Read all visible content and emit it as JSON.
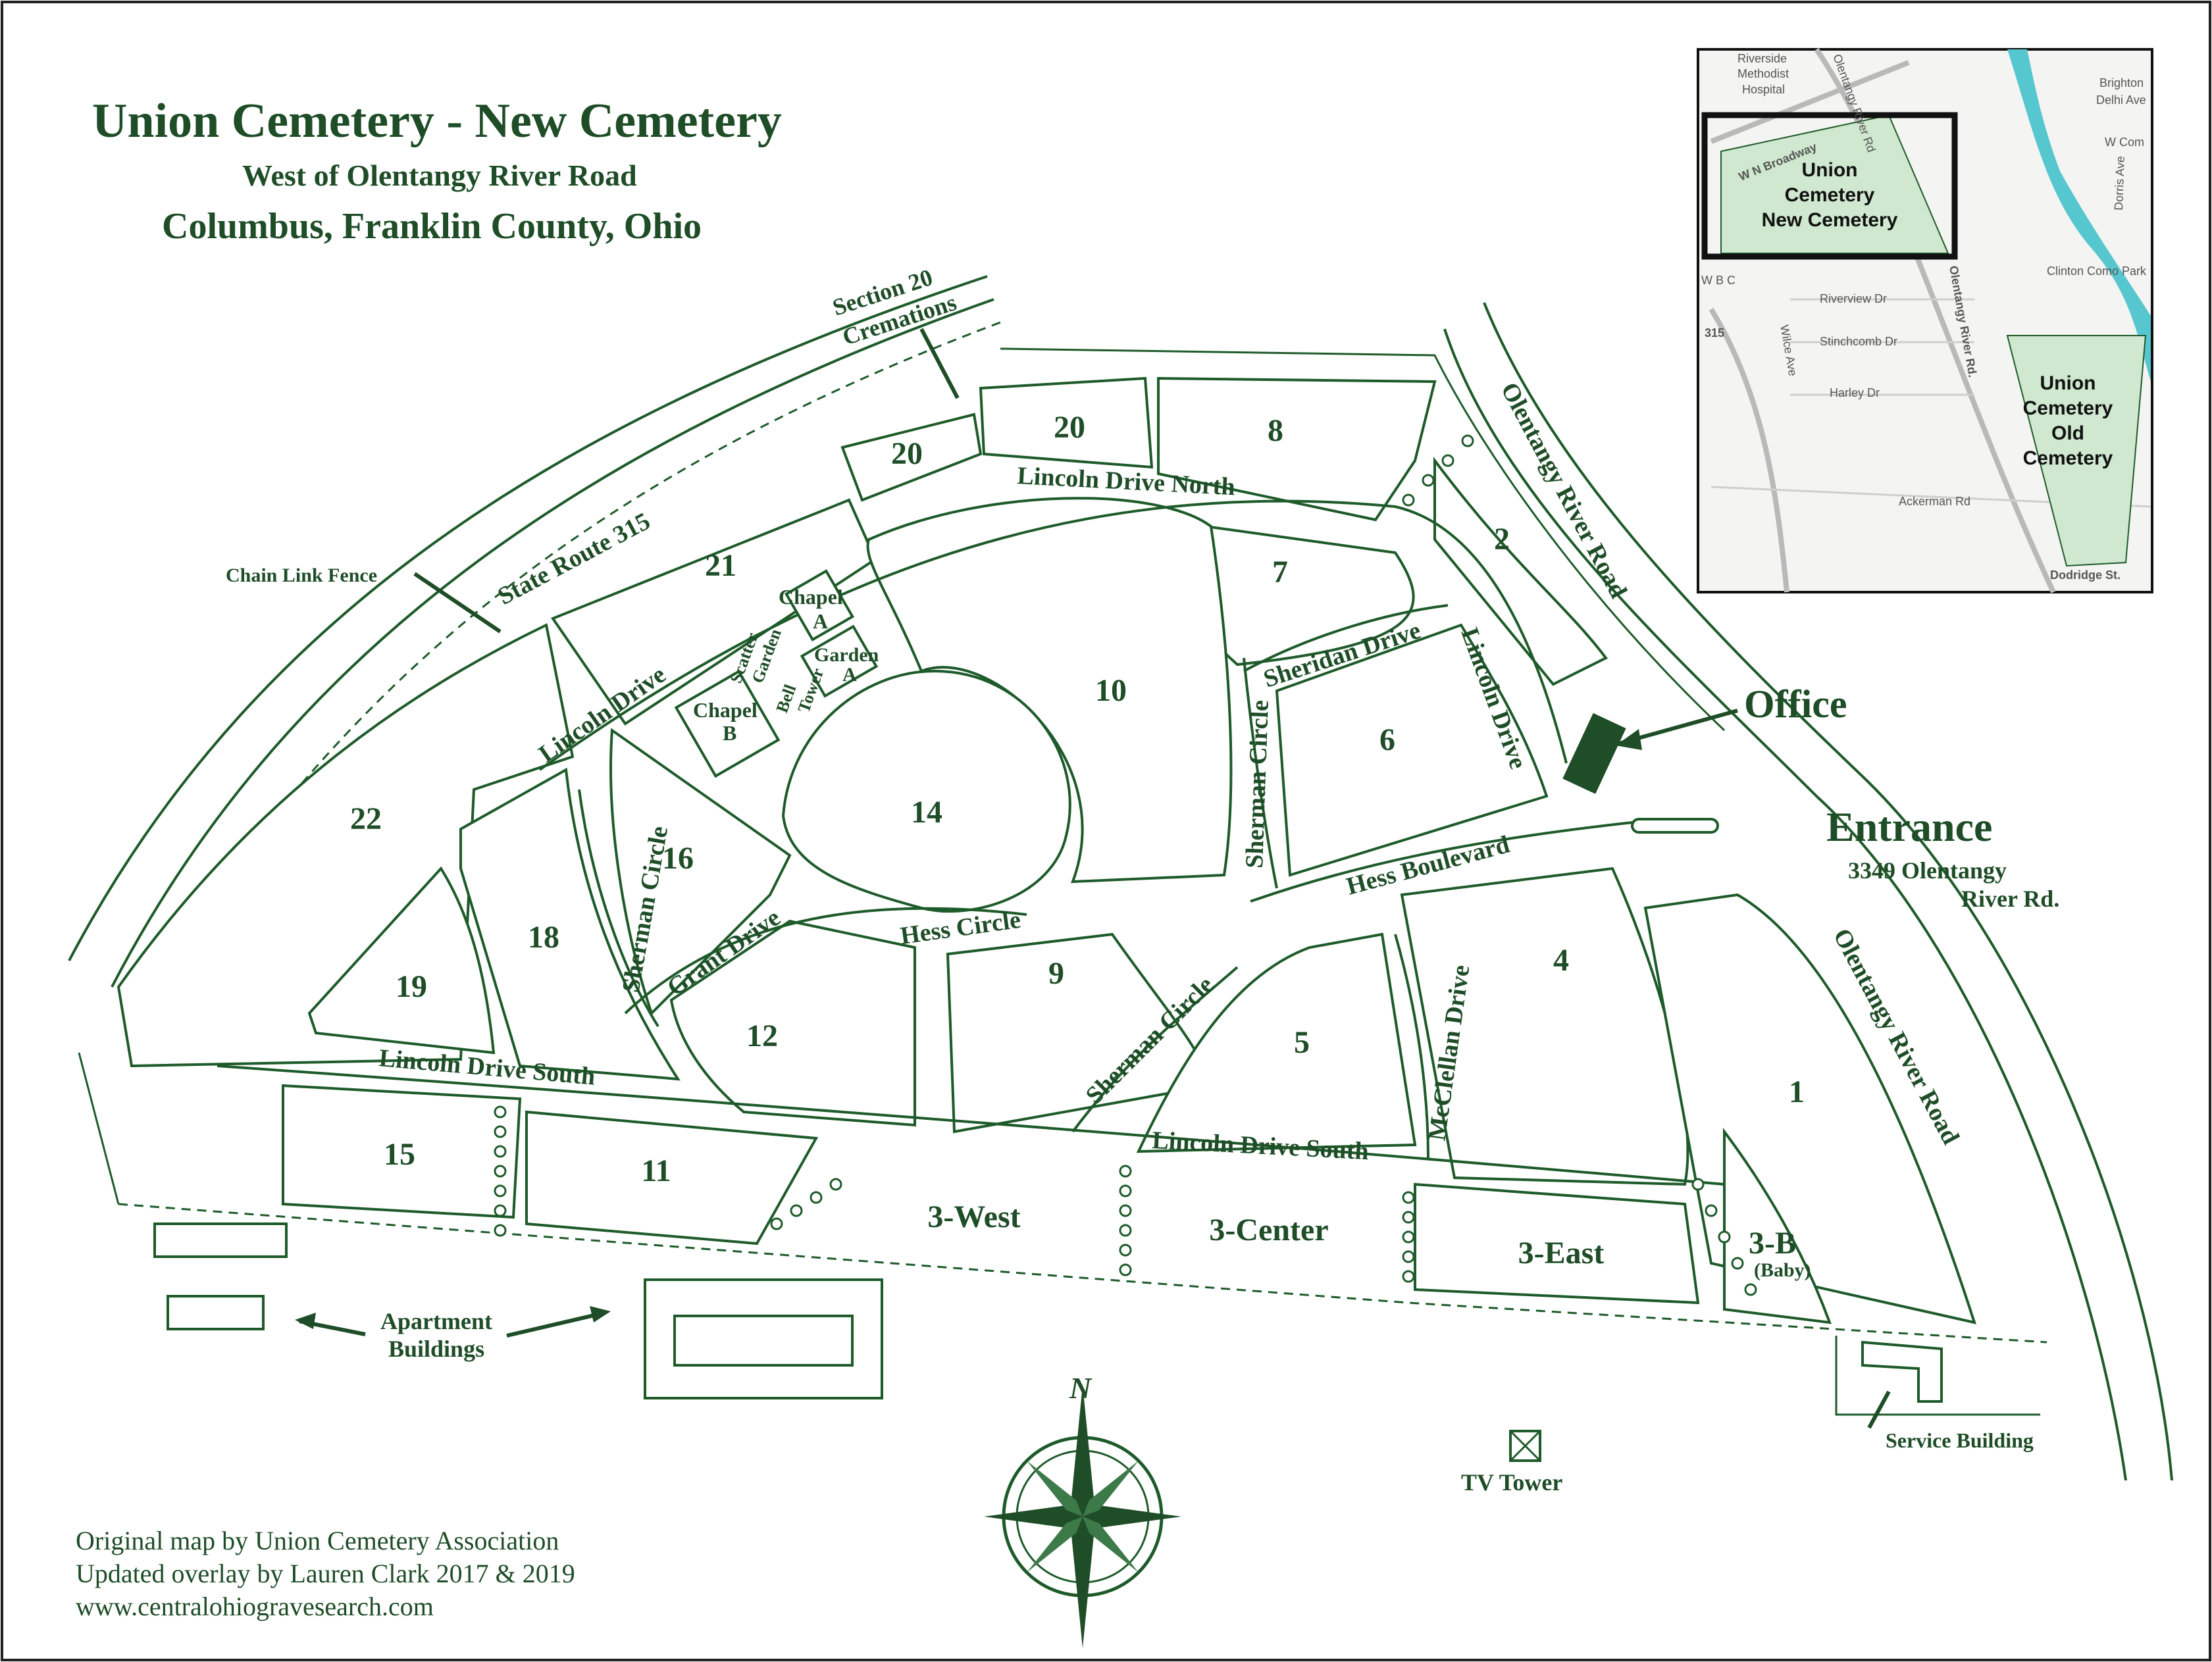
{
  "title": {
    "main": "Union Cemetery - New Cemetery",
    "sub1": "West of Olentangy River Road",
    "sub2": "Columbus, Franklin County, Ohio"
  },
  "roads": {
    "state_route": "State Route 315",
    "olentangy_upper": "Olentangy River Road",
    "olentangy_lower": "Olentangy River Road",
    "lincoln_drive_north": "Lincoln Drive North",
    "lincoln_drive_west": "Lincoln Drive",
    "lincoln_drive_east": "Lincoln Drive",
    "lincoln_drive_south_w": "Lincoln Drive South",
    "lincoln_drive_south_e": "Lincoln Drive South",
    "sheridan_drive": "Sheridan Drive",
    "sherman_circle_n": "Sherman Circle",
    "sherman_circle_w": "Sherman Circle",
    "sherman_circle_s": "Sherman Circle",
    "hess_boulevard": "Hess Boulevard",
    "hess_circle": "Hess Circle",
    "grant_drive": "Grant Drive",
    "mcclellan_drive": "McClellan Drive"
  },
  "sections": [
    "20",
    "20",
    "8",
    "21",
    "7",
    "2",
    "10",
    "6",
    "14",
    "16",
    "22",
    "18",
    "19",
    "9",
    "12",
    "4",
    "5",
    "1",
    "15",
    "11",
    "3-West",
    "3-Center",
    "3-East",
    "3-B"
  ],
  "section_baby": "(Baby)",
  "features": {
    "chapel_a": [
      "Chapel",
      "A"
    ],
    "chapel_b": [
      "Chapel",
      "B"
    ],
    "garden_a": [
      "Garden",
      "A"
    ],
    "scatter_garden": [
      "Scatter",
      "Garden"
    ],
    "bell_tower": [
      "Bell",
      "Tower"
    ],
    "chain_link_fence": "Chain Link Fence",
    "section20_cremations": [
      "Section 20",
      "Cremations"
    ],
    "office": "Office",
    "entrance": "Entrance",
    "address": [
      "3349 Olentangy",
      "River Rd."
    ],
    "apartments": [
      "Apartment",
      "Buildings"
    ],
    "tv_tower": "TV Tower",
    "service_building": "Service Building",
    "north": "N"
  },
  "inset": {
    "hospital": [
      "Riverside",
      "Methodist",
      "Hospital"
    ],
    "broadway": "W N Broadway",
    "new_cemetery": [
      "Union",
      "Cemetery",
      "New Cemetery"
    ],
    "old_cemetery": [
      "Union",
      "Cemetery",
      "Old",
      "Cemetery"
    ],
    "olentangy": "Olentangy River Rd.",
    "olentangy_top": "Olentangy River Rd",
    "rt315": "315",
    "streets": [
      "Riverview Dr",
      "Stinchcomb Dr",
      "Harley Dr",
      "Ackerman Rd",
      "Wilce Ave",
      "Dodridge St.",
      "Brighton",
      "Delhi Ave",
      "W Com",
      "Clinton Como Park",
      "Dorris Ave",
      "W B C"
    ]
  },
  "credits": [
    "Original map by Union Cemetery Association",
    "Updated overlay by Lauren Clark 2017 & 2019",
    "www.centralohiogravesearch.com"
  ],
  "colors": {
    "ink": "#1e4d27",
    "line": "#1e5b2a",
    "inset_green": "#cfe8cf",
    "inset_river": "#56c7cf"
  }
}
